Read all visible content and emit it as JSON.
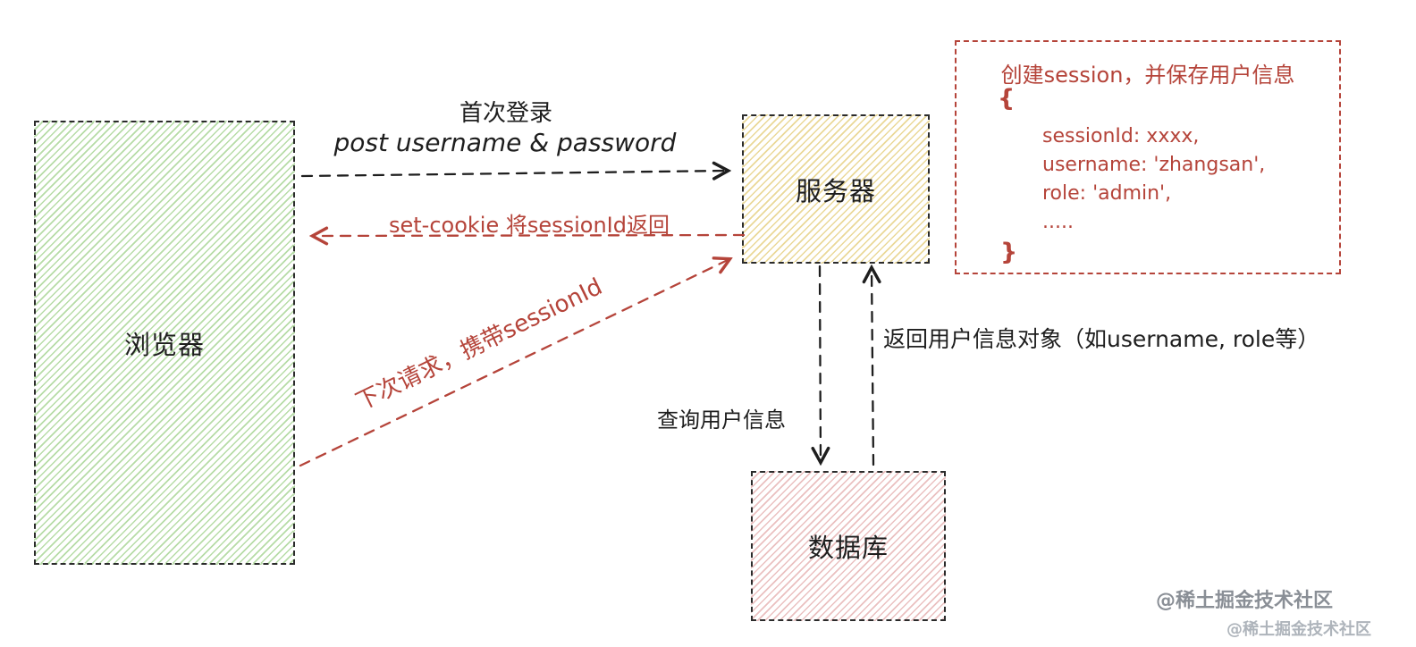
{
  "nodes": {
    "browser": {
      "label": "浏览器"
    },
    "server": {
      "label": "服务器"
    },
    "database": {
      "label": "数据库"
    }
  },
  "edges": {
    "first_login": {
      "line1": "首次登录",
      "line2": "post username & password"
    },
    "set_cookie": {
      "label": "set-cookie 将sessionId返回"
    },
    "next_request": {
      "label": "下次请求，携带sessionId"
    },
    "query_user": {
      "label": "查询用户信息"
    },
    "return_user": {
      "label": "返回用户信息对象（如username, role等）"
    }
  },
  "session_note": {
    "title": "创建session，并保存用户信息",
    "open_brace": "{",
    "fields": [
      "sessionId: xxxx,",
      "username: 'zhangsan',",
      "role: 'admin',",
      "....."
    ],
    "close_brace": "}"
  },
  "watermarks": [
    "@稀土掘金技术社区",
    "@稀土掘金技术社区"
  ],
  "colors": {
    "ink": "#1e1e1e",
    "accent_red": "#b5443a",
    "browser_fill": "#7bbf5e",
    "server_fill": "#d9b944",
    "database_fill": "#d98d8d"
  }
}
